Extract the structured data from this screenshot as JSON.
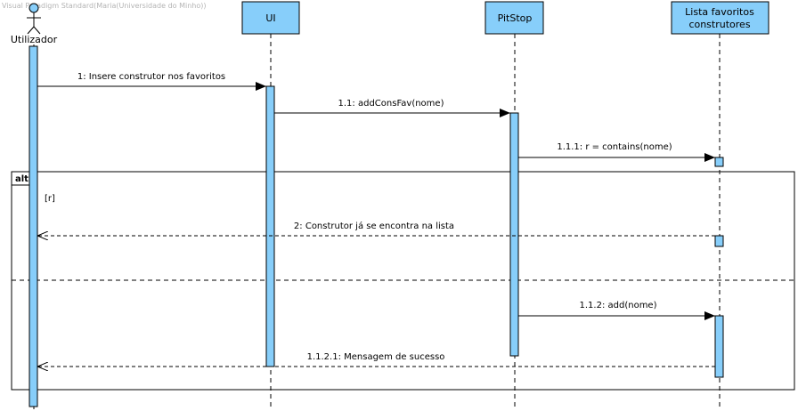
{
  "watermark": "Visual Paradigm Standard(Maria(Universidade do Minho))",
  "actor": {
    "name": "Utilizador",
    "icon": "stick-figure-icon"
  },
  "participants": [
    {
      "name": "UI"
    },
    {
      "name": "PitStop"
    },
    {
      "name": "Lista favoritos construtores",
      "lines": [
        "Lista favoritos",
        "construtores"
      ]
    }
  ],
  "messages": [
    {
      "label": "1: Insere construtor nos favoritos",
      "from": "Utilizador",
      "to": "UI",
      "kind": "sync"
    },
    {
      "label": "1.1: addConsFav(nome)",
      "from": "UI",
      "to": "PitStop",
      "kind": "sync"
    },
    {
      "label": "1.1.1: r = contains(nome)",
      "from": "PitStop",
      "to": "Lista favoritos construtores",
      "kind": "sync"
    },
    {
      "label": "2: Construtor já se encontra na lista",
      "from": "Lista favoritos construtores",
      "to": "Utilizador",
      "kind": "return"
    },
    {
      "label": "1.1.2: add(nome)",
      "from": "PitStop",
      "to": "Lista favoritos construtores",
      "kind": "sync"
    },
    {
      "label": "1.1.2.1: Mensagem de sucesso",
      "from": "Lista favoritos construtores",
      "to": "Utilizador",
      "kind": "return"
    }
  ],
  "fragment": {
    "operator": "alt",
    "guard": "[r]"
  },
  "colors": {
    "participant_fill": "#87CEFA",
    "activation_fill": "#87CEFA",
    "stroke": "#000000",
    "watermark": "#b4b4b4"
  }
}
